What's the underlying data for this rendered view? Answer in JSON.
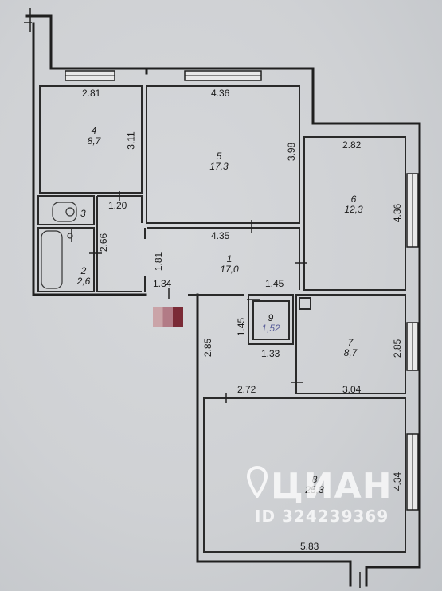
{
  "plan": {
    "rooms": [
      {
        "number": "1",
        "area": "17,0"
      },
      {
        "number": "2",
        "area": "2,6"
      },
      {
        "number": "3",
        "area": ""
      },
      {
        "number": "4",
        "area": "8,7"
      },
      {
        "number": "5",
        "area": "17,3"
      },
      {
        "number": "6",
        "area": "12,3"
      },
      {
        "number": "7",
        "area": "8,7"
      },
      {
        "number": "8",
        "area": "25,3"
      },
      {
        "number": "9",
        "area": "1,52"
      }
    ],
    "dimensions": {
      "r4_width": "2.81",
      "r5_width": "4.36",
      "r4_height": "3.11",
      "r5_height": "3.98",
      "r6_width": "2.82",
      "r6_height": "4.36",
      "bath_width": "1.20",
      "bath_height": "2.66",
      "corridor_width": "4.35",
      "hall_1_81": "1.81",
      "hall_1_34": "1.34",
      "hall_1_45a": "1.45",
      "closet_h": "1.45",
      "closet_w": "1.33",
      "hall_2_85": "2.85",
      "r7_height": "2.85",
      "r8_top_left": "2.72",
      "r8_top_right": "3.04",
      "r8_height": "4.34",
      "r8_width": "5.83"
    }
  },
  "watermark": {
    "brand": "ЦИАН",
    "id": "ID 324239369"
  }
}
